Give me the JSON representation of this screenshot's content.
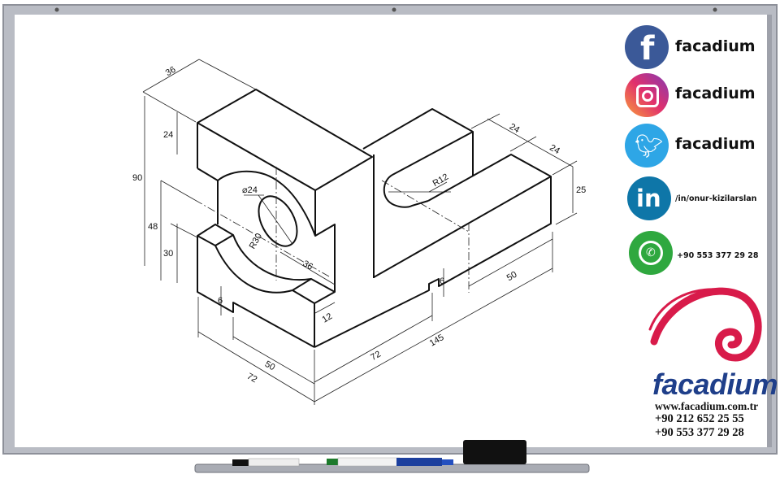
{
  "drawing": {
    "dimensions": {
      "top_depth": "36",
      "top_height": "24",
      "total_height": "90",
      "lower_height": "48",
      "base_height": "30",
      "hole_diameter": "⌀24",
      "cradle_radius": "R30",
      "cradle_depth": "36",
      "step_width": "12",
      "notch_left": "6",
      "notch_right": "6",
      "left_inner": "50",
      "left_total": "72",
      "right_inner": "72",
      "right_total": "145",
      "arm_length": "50",
      "arm_height": "25",
      "arm_width_1": "24",
      "arm_width_2": "24",
      "slot_radius": "R12"
    }
  },
  "social": [
    {
      "icon": "facebook-icon",
      "label": "facadium",
      "color": "#3b5998"
    },
    {
      "icon": "instagram-icon",
      "label": "facadium",
      "color": "#c13584"
    },
    {
      "icon": "twitter-icon",
      "label": "facadium",
      "color": "#1da1f2"
    },
    {
      "icon": "linkedin-icon",
      "label": "/in/onur-kizilarslan",
      "color": "#0e76a8"
    },
    {
      "icon": "whatsapp-icon",
      "label": "+90 553 377 29 28",
      "color": "#25a53a"
    }
  ],
  "brand": {
    "name": "facadium",
    "website": "www.facadium.com.tr",
    "phone_1": "+90 212 652 25 55",
    "phone_2": "+90 553 377 29 28",
    "logo_color": "#d81b4a",
    "text_color": "#1f3f8a"
  }
}
